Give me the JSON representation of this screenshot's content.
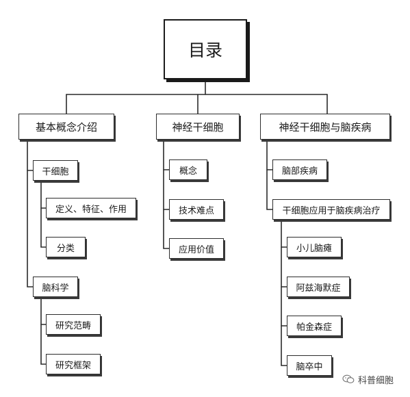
{
  "root": {
    "title": "目录"
  },
  "branches": [
    {
      "label": "基本概念介绍",
      "children": [
        {
          "label": "干细胞",
          "children": [
            "定义、特征、作用",
            "分类"
          ]
        },
        {
          "label": "脑科学",
          "children": [
            "研究范畴",
            "研究框架"
          ]
        }
      ]
    },
    {
      "label": "神经干细胞",
      "children": [
        {
          "label": "概念"
        },
        {
          "label": "技术难点"
        },
        {
          "label": "应用价值"
        }
      ]
    },
    {
      "label": "神经干细胞与脑疾病",
      "children": [
        {
          "label": "脑部疾病"
        },
        {
          "label": "干细胞应用于脑疾病治疗",
          "children": [
            "小儿脑瘫",
            "阿兹海默症",
            "帕金森症",
            "脑卒中"
          ]
        }
      ]
    }
  ],
  "watermark": {
    "text": "科普细胞",
    "icon": "wechat-icon"
  }
}
